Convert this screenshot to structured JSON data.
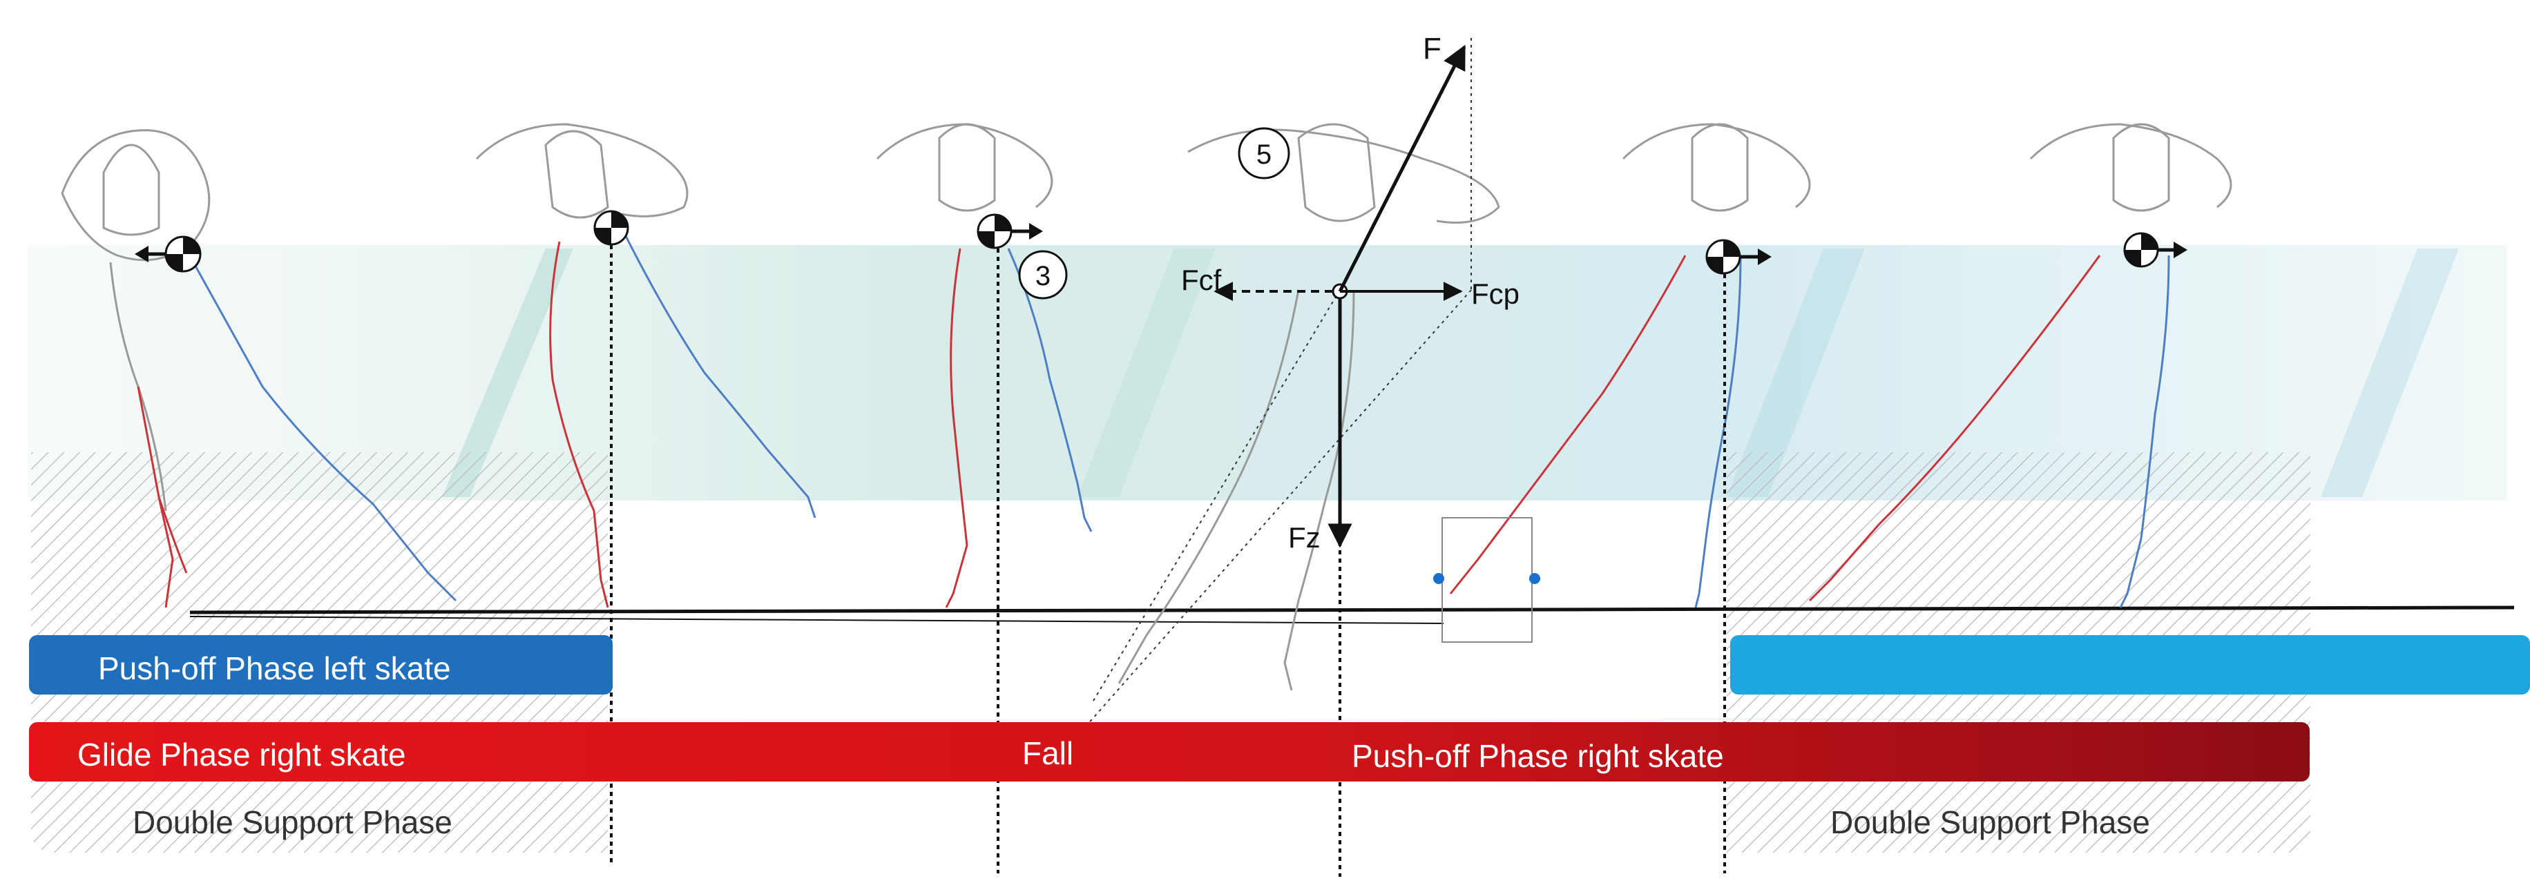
{
  "colors": {
    "left_push_bar": "#1f6fbd",
    "right_bar_glide": "#e31519",
    "right_bar_push": "#a80f17",
    "next_push_bar": "#1ea7df",
    "left_leg": "#4f7fc3",
    "right_leg": "#c9343a",
    "body_outline": "#9a9a9a",
    "force_arrows": "#111111",
    "hatch": "#bcbcbc",
    "ice_band": "#d6ece9",
    "handle": "#1a6fcf"
  },
  "icons": [
    "center-of-mass-icon",
    "force-vector-arrow",
    "selection-handle-icon"
  ],
  "labels": {
    "push_off_left": "Push-off Phase left skate",
    "glide_right": "Glide Phase right skate",
    "fall": "Fall",
    "push_off_right": "Push-off Phase right skate",
    "double_support_left": "Double Support Phase",
    "double_support_right": "Double Support Phase"
  },
  "forces": {
    "f": "F",
    "fcf": "Fcf",
    "fcp": "Fcp",
    "fz": "Fz"
  },
  "markers": {
    "three": "3",
    "five": "5"
  }
}
